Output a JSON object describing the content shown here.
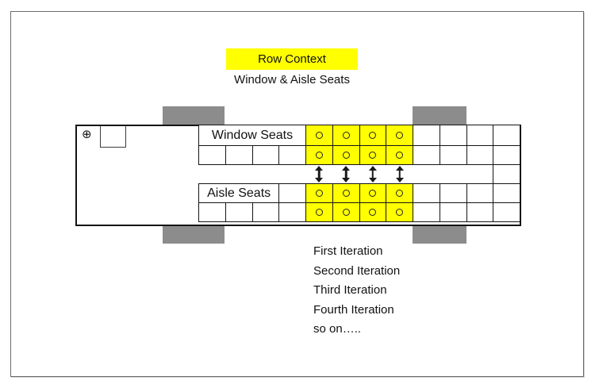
{
  "slide": {
    "title": "Row Context",
    "subtitle": "Window & Aisle Seats",
    "colors": {
      "highlight": "#FFFF00",
      "wheel": "#8C8C8C",
      "line": "#141414"
    }
  },
  "icons": {
    "steering": "⊕",
    "seat": "○",
    "up_down_arrow": "↕"
  },
  "bus": {
    "seat_grid": {
      "columns": 12,
      "highlight_color": "#FFFF00",
      "rows": [
        {
          "name": "window-label-row",
          "cells": [
            {
              "type": "label",
              "span": 4,
              "text": "Window Seats"
            },
            {
              "type": "seat"
            },
            {
              "type": "seat"
            },
            {
              "type": "seat"
            },
            {
              "type": "seat"
            },
            {
              "type": "empty"
            },
            {
              "type": "empty"
            },
            {
              "type": "empty"
            },
            {
              "type": "empty"
            }
          ]
        },
        {
          "name": "window-seat-row",
          "cells": [
            {
              "type": "empty"
            },
            {
              "type": "empty"
            },
            {
              "type": "empty"
            },
            {
              "type": "empty"
            },
            {
              "type": "seat"
            },
            {
              "type": "seat"
            },
            {
              "type": "seat"
            },
            {
              "type": "seat"
            },
            {
              "type": "empty"
            },
            {
              "type": "empty"
            },
            {
              "type": "empty"
            },
            {
              "type": "empty"
            }
          ]
        },
        {
          "name": "link-arrow-row",
          "cells": [
            {
              "type": "open",
              "span": 4
            },
            {
              "type": "arrow"
            },
            {
              "type": "arrow"
            },
            {
              "type": "arrow"
            },
            {
              "type": "arrow"
            },
            {
              "type": "open",
              "span": 3
            },
            {
              "type": "empty"
            }
          ]
        },
        {
          "name": "aisle-label-row",
          "cells": [
            {
              "type": "label",
              "span": 3,
              "text": "Aisle Seats"
            },
            {
              "type": "empty"
            },
            {
              "type": "seat"
            },
            {
              "type": "seat"
            },
            {
              "type": "seat"
            },
            {
              "type": "seat"
            },
            {
              "type": "empty"
            },
            {
              "type": "empty"
            },
            {
              "type": "empty"
            },
            {
              "type": "empty"
            }
          ]
        },
        {
          "name": "aisle-seat-row",
          "cells": [
            {
              "type": "empty"
            },
            {
              "type": "empty"
            },
            {
              "type": "empty"
            },
            {
              "type": "empty"
            },
            {
              "type": "seat"
            },
            {
              "type": "seat"
            },
            {
              "type": "seat"
            },
            {
              "type": "seat"
            },
            {
              "type": "empty"
            },
            {
              "type": "empty"
            },
            {
              "type": "empty"
            },
            {
              "type": "empty"
            }
          ]
        }
      ]
    }
  },
  "iterations": [
    "First Iteration",
    "Second Iteration",
    "Third Iteration",
    "Fourth Iteration",
    "so on….."
  ]
}
